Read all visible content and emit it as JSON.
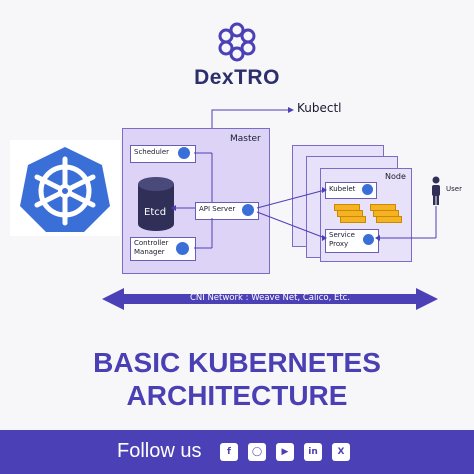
{
  "brand": {
    "name": "DexTRO"
  },
  "diagram": {
    "master_label": "Master",
    "node_label": "Node",
    "kubectl_label": "Kubectl",
    "scheduler_label": "Scheduler",
    "etcd_label": "Etcd",
    "api_server_label": "API Server",
    "controller_manager_line1": "Controller",
    "controller_manager_line2": "Manager",
    "kubelet_label": "Kubelet",
    "service_proxy_line1": "Service",
    "service_proxy_line2": "Proxy",
    "user_label": "User",
    "cni_label": "CNI Network : Weave Net, Calico, Etc."
  },
  "title": {
    "line1": "BASIC KUBERNETES",
    "line2": "ARCHITECTURE"
  },
  "footer": {
    "follow_label": "Follow us",
    "social_icons": [
      "facebook-icon",
      "instagram-icon",
      "youtube-icon",
      "linkedin-icon",
      "x-icon"
    ]
  },
  "colors": {
    "accent": "#4b40b6",
    "k8s_blue": "#3b6fd8",
    "title": "#4a3fb3",
    "master_fill": "#dcd3f6",
    "pod": "#f5b324"
  }
}
